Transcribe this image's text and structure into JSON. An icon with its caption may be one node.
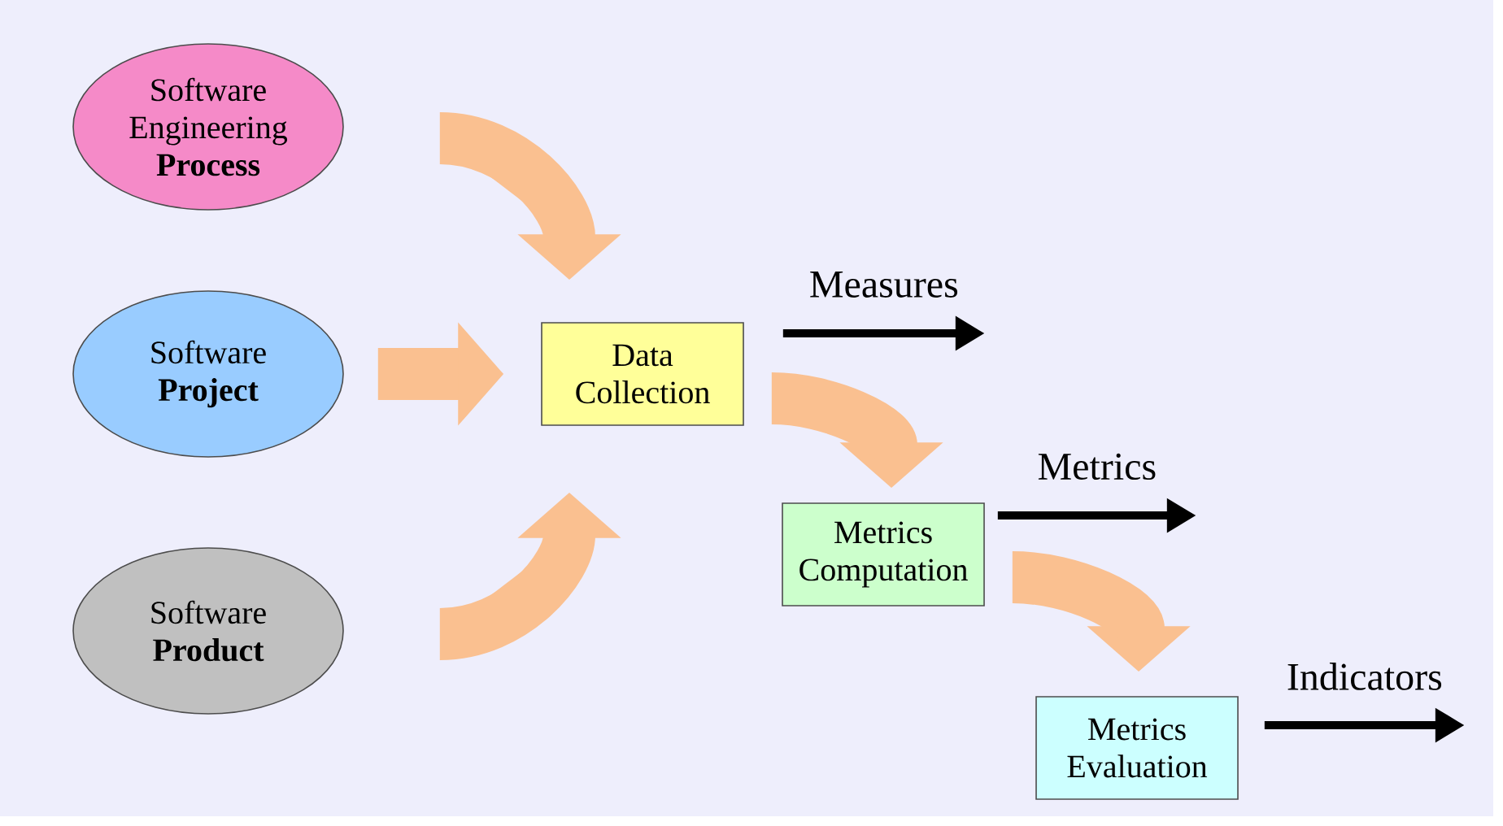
{
  "diagram": {
    "nodes": [
      {
        "text": [
          "Software Engineering **Process**"
        ]
      },
      {
        "text": [
          "Software **Project**"
        ]
      },
      {
        "text": [
          "Software **Product**"
        ]
      },
      {
        "text": [
          "Data Collection"
        ]
      },
      {
        "text": [
          "Metrics Computation"
        ]
      },
      {
        "text": [
          "Metrics Evaluation"
        ]
      }
    ],
    "edges": [
      {
        "from": 0,
        "to": 3,
        "arrow": "to"
      },
      {
        "from": 1,
        "to": 3,
        "arrow": "to"
      },
      {
        "from": 2,
        "to": 3,
        "arrow": "to"
      },
      {
        "from": 3,
        "to": null,
        "arrow": "to",
        "label": "Measures",
        "color": "#000000"
      },
      {
        "from": 3,
        "to": 4,
        "arrow": "to"
      },
      {
        "from": 4,
        "to": null,
        "arrow": "to",
        "label": "Metrics",
        "color": "#000000"
      },
      {
        "from": 4,
        "to": 5,
        "arrow": "to"
      },
      {
        "from": 5,
        "to": null,
        "arrow": "to",
        "label": "Indicators",
        "color": "#000000"
      }
    ]
  }
}
